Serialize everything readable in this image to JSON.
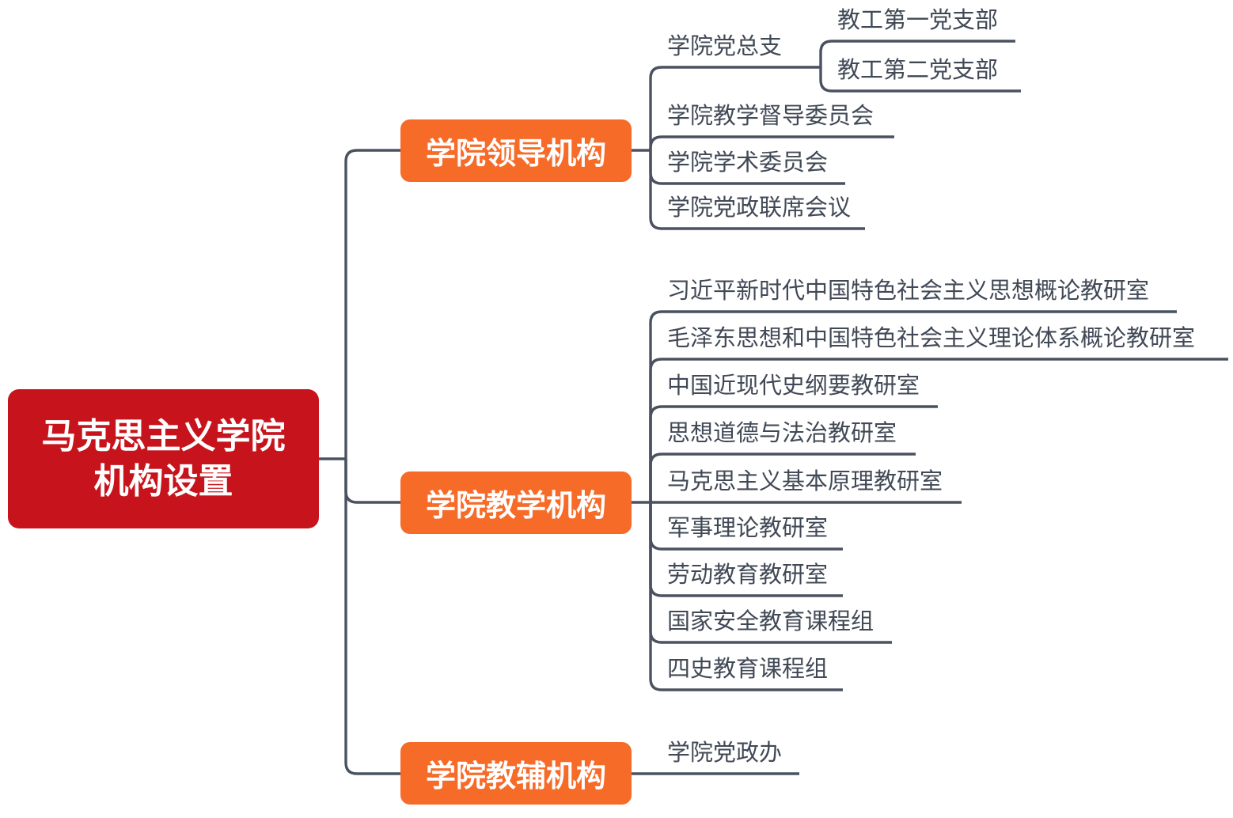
{
  "root": {
    "label_lines": [
      "马克思主义学院",
      "机构设置"
    ]
  },
  "branches": [
    {
      "label": "学院领导机构",
      "children": [
        {
          "label": "学院党总支",
          "children": [
            {
              "label": "教工第一党支部"
            },
            {
              "label": "教工第二党支部"
            }
          ]
        },
        {
          "label": "学院教学督导委员会"
        },
        {
          "label": "学院学术委员会"
        },
        {
          "label": "学院党政联席会议"
        }
      ]
    },
    {
      "label": "学院教学机构",
      "children": [
        {
          "label": "习近平新时代中国特色社会主义思想概论教研室"
        },
        {
          "label": "毛泽东思想和中国特色社会主义理论体系概论教研室"
        },
        {
          "label": "中国近现代史纲要教研室"
        },
        {
          "label": "思想道德与法治教研室"
        },
        {
          "label": "马克思主义基本原理教研室"
        },
        {
          "label": "军事理论教研室"
        },
        {
          "label": "劳动教育教研室"
        },
        {
          "label": "国家安全教育课程组"
        },
        {
          "label": "四史教育课程组"
        }
      ]
    },
    {
      "label": "学院教辅机构",
      "children": [
        {
          "label": "学院党政办"
        }
      ]
    }
  ],
  "colors": {
    "root_bg": "#c7141c",
    "branch_bg": "#f76b28",
    "line": "#4a5260",
    "leaf_text": "#414956",
    "node_text": "#ffffff",
    "background": "#ffffff"
  }
}
